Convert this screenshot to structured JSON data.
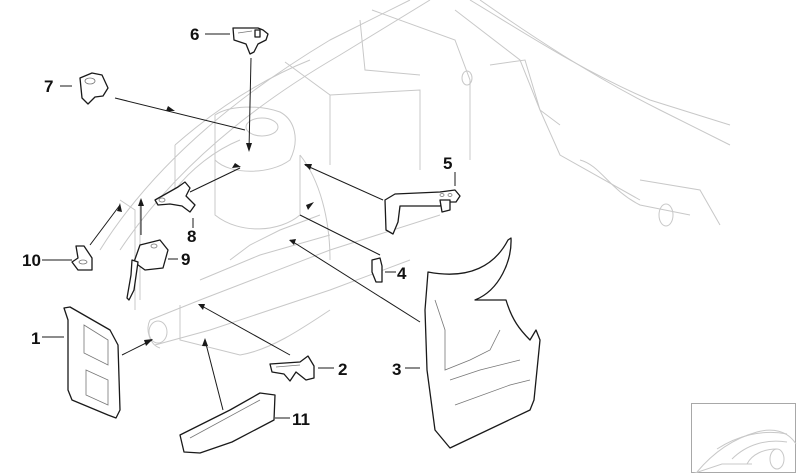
{
  "diagram": {
    "type": "exploded-parts-diagram",
    "subject": "front wheel arch / engine compartment body parts",
    "callouts": [
      {
        "number": "1",
        "part": "bracket plate with two cutouts"
      },
      {
        "number": "2",
        "part": "small slotted bracket"
      },
      {
        "number": "3",
        "part": "wheel arch inner panel"
      },
      {
        "number": "4",
        "part": "clip"
      },
      {
        "number": "5",
        "part": "support bracket"
      },
      {
        "number": "6",
        "part": "mounting bracket"
      },
      {
        "number": "7",
        "part": "rubber buffer"
      },
      {
        "number": "8",
        "part": "angled bracket"
      },
      {
        "number": "9",
        "part": "bracket with strap"
      },
      {
        "number": "10",
        "part": "angle clip"
      },
      {
        "number": "11",
        "part": "support rail"
      }
    ],
    "inset": {
      "label": "vehicle-overview-thumbnail"
    }
  }
}
